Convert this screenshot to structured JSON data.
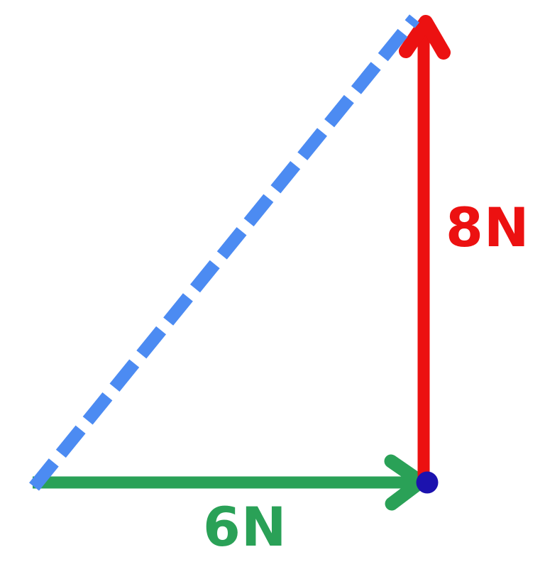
{
  "diagram": {
    "description": "Right-triangle vector addition diagram",
    "background_color": "#ffffff",
    "vectors": {
      "horizontal": {
        "label": "6N",
        "direction": "right",
        "color": "#2aa157",
        "style": "solid-arrow"
      },
      "vertical": {
        "label": "8N",
        "direction": "up",
        "color": "#ec1111",
        "style": "solid-arrow"
      },
      "resultant": {
        "label": "",
        "direction": "up-right",
        "color": "#4c8bf2",
        "style": "dashed-line"
      }
    },
    "junction_dot": {
      "color": "#1c12ae"
    }
  }
}
